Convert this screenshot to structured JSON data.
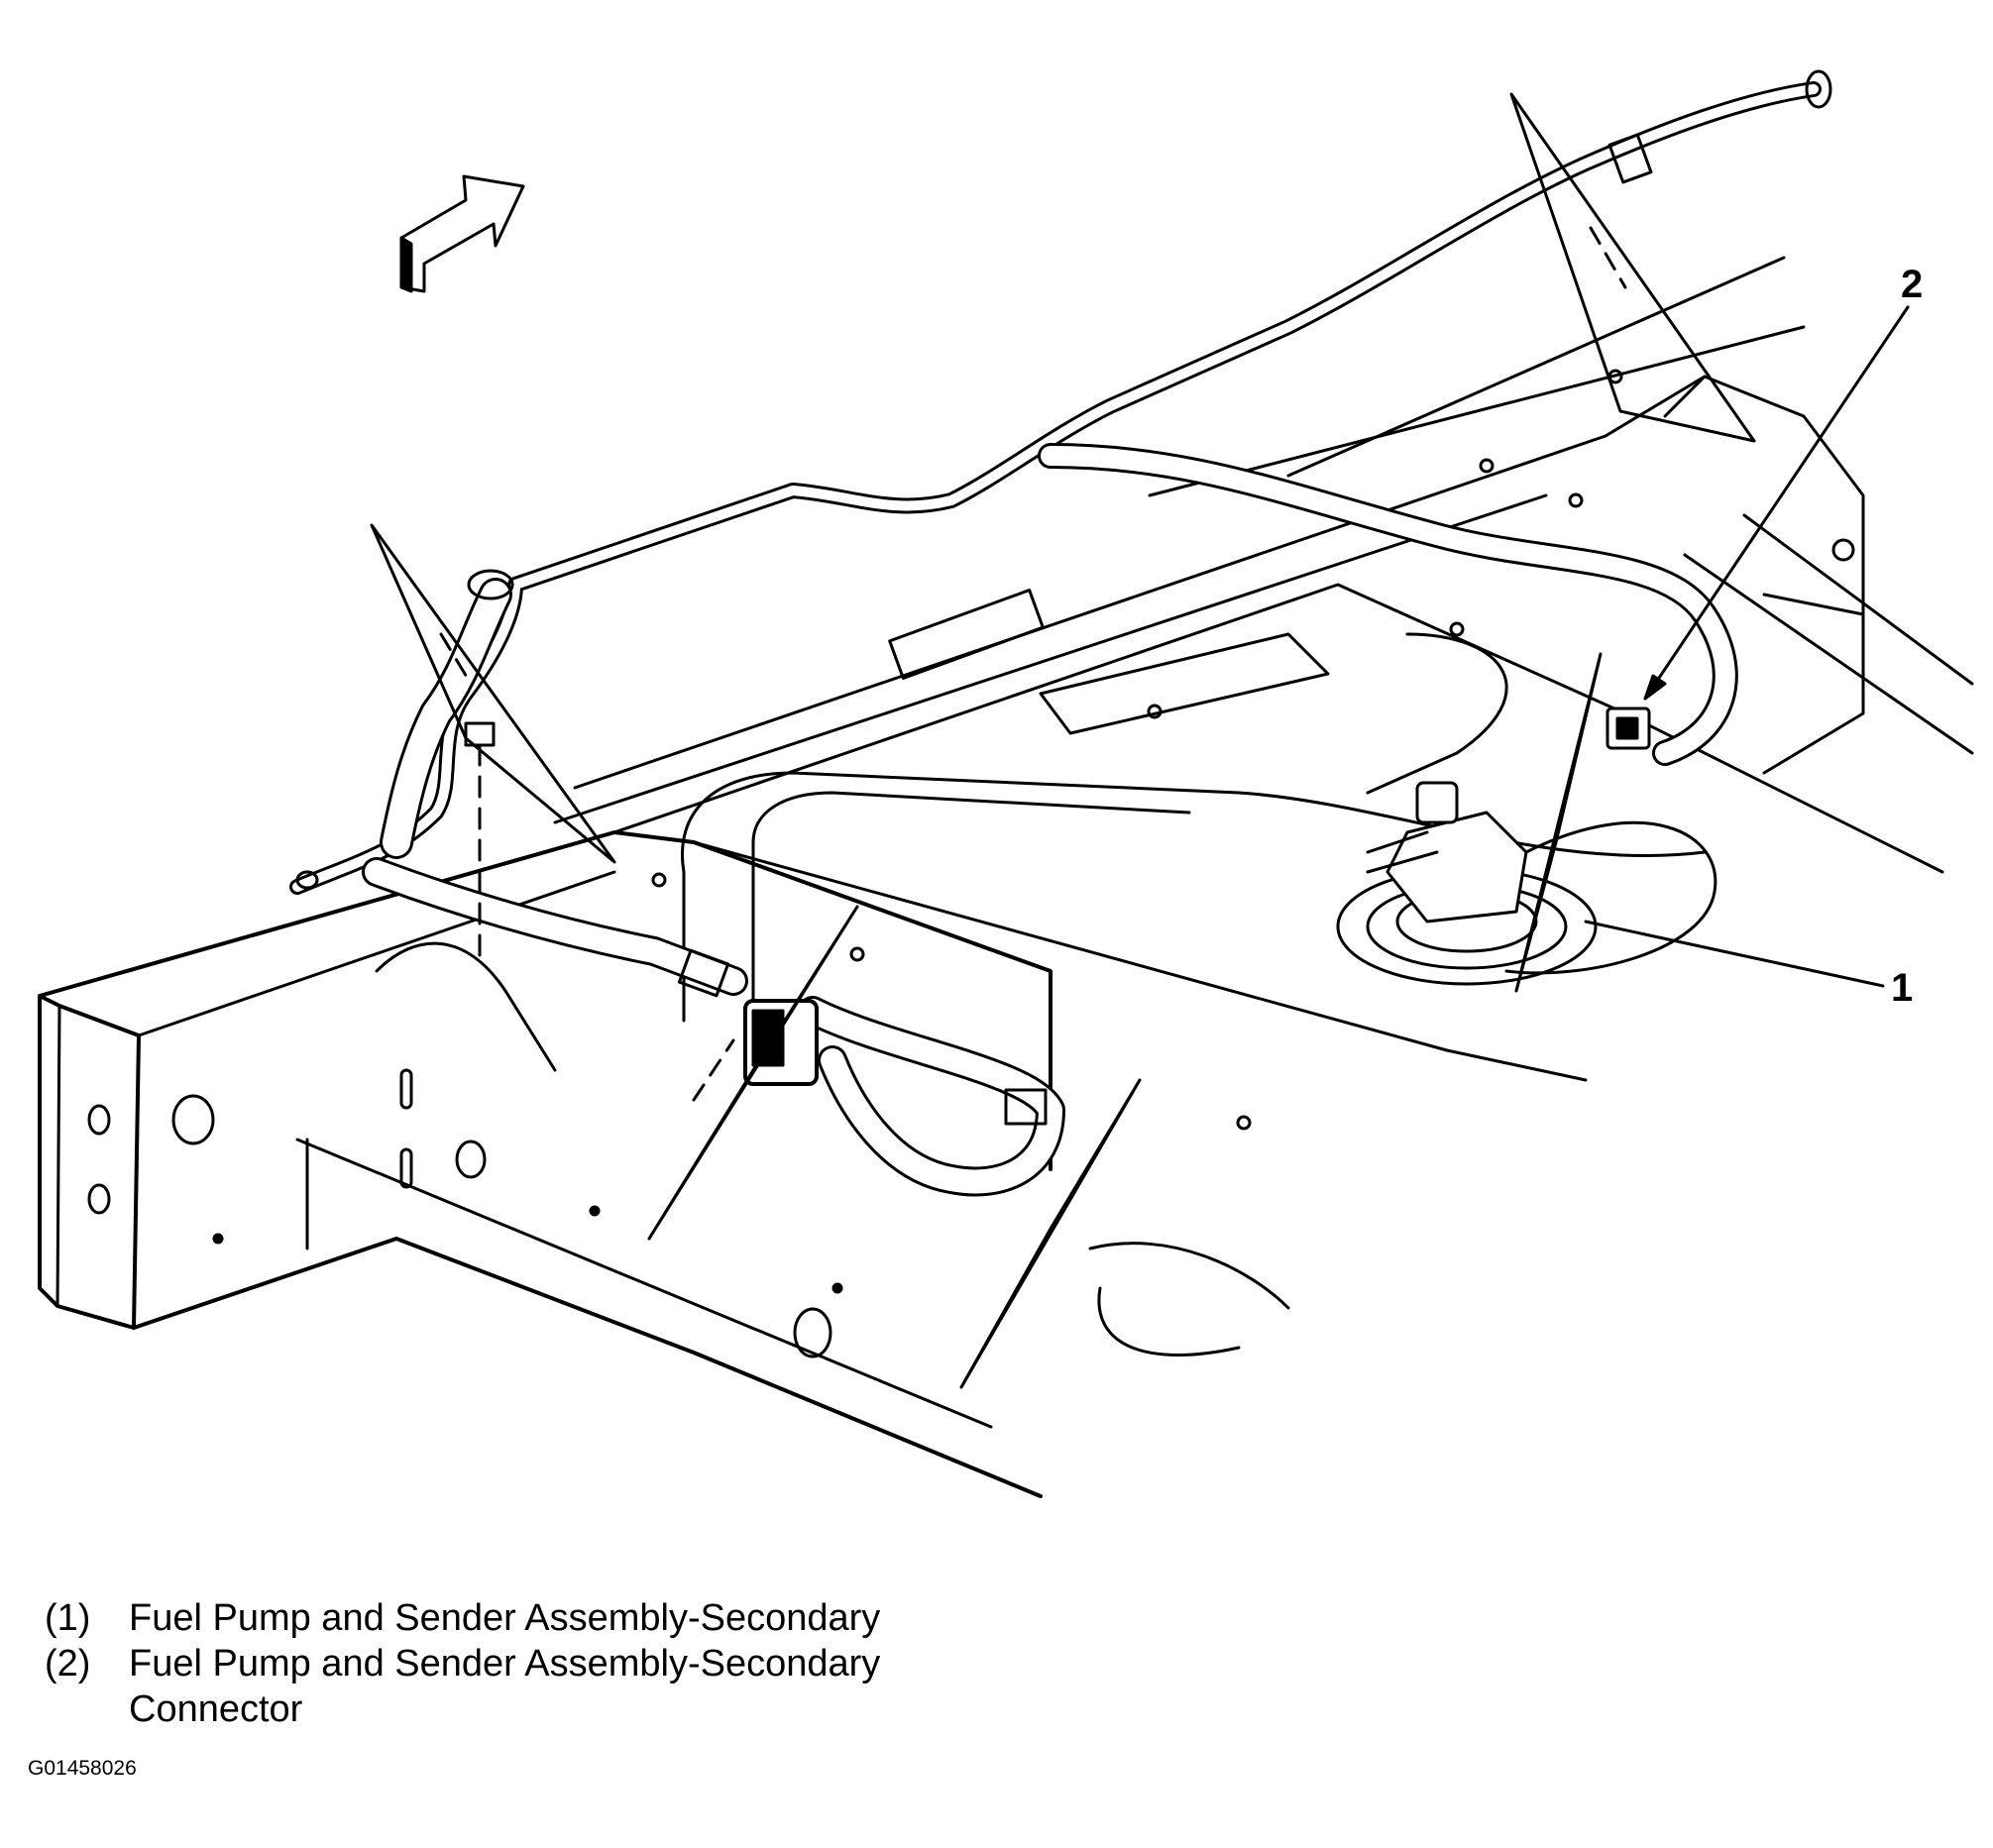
{
  "callouts": [
    {
      "number": "1",
      "target": "fuel-pump-and-sender-assembly"
    },
    {
      "number": "2",
      "target": "fuel-pump-and-sender-connector"
    }
  ],
  "legend": [
    {
      "number": "(1)",
      "text": "Fuel Pump and Sender Assembly-Secondary"
    },
    {
      "number": "(2)",
      "text": "Fuel Pump and Sender Assembly-Secondary Connector"
    }
  ],
  "figure_id": "G01458026",
  "icons": [
    "front-direction-arrow-icon"
  ]
}
